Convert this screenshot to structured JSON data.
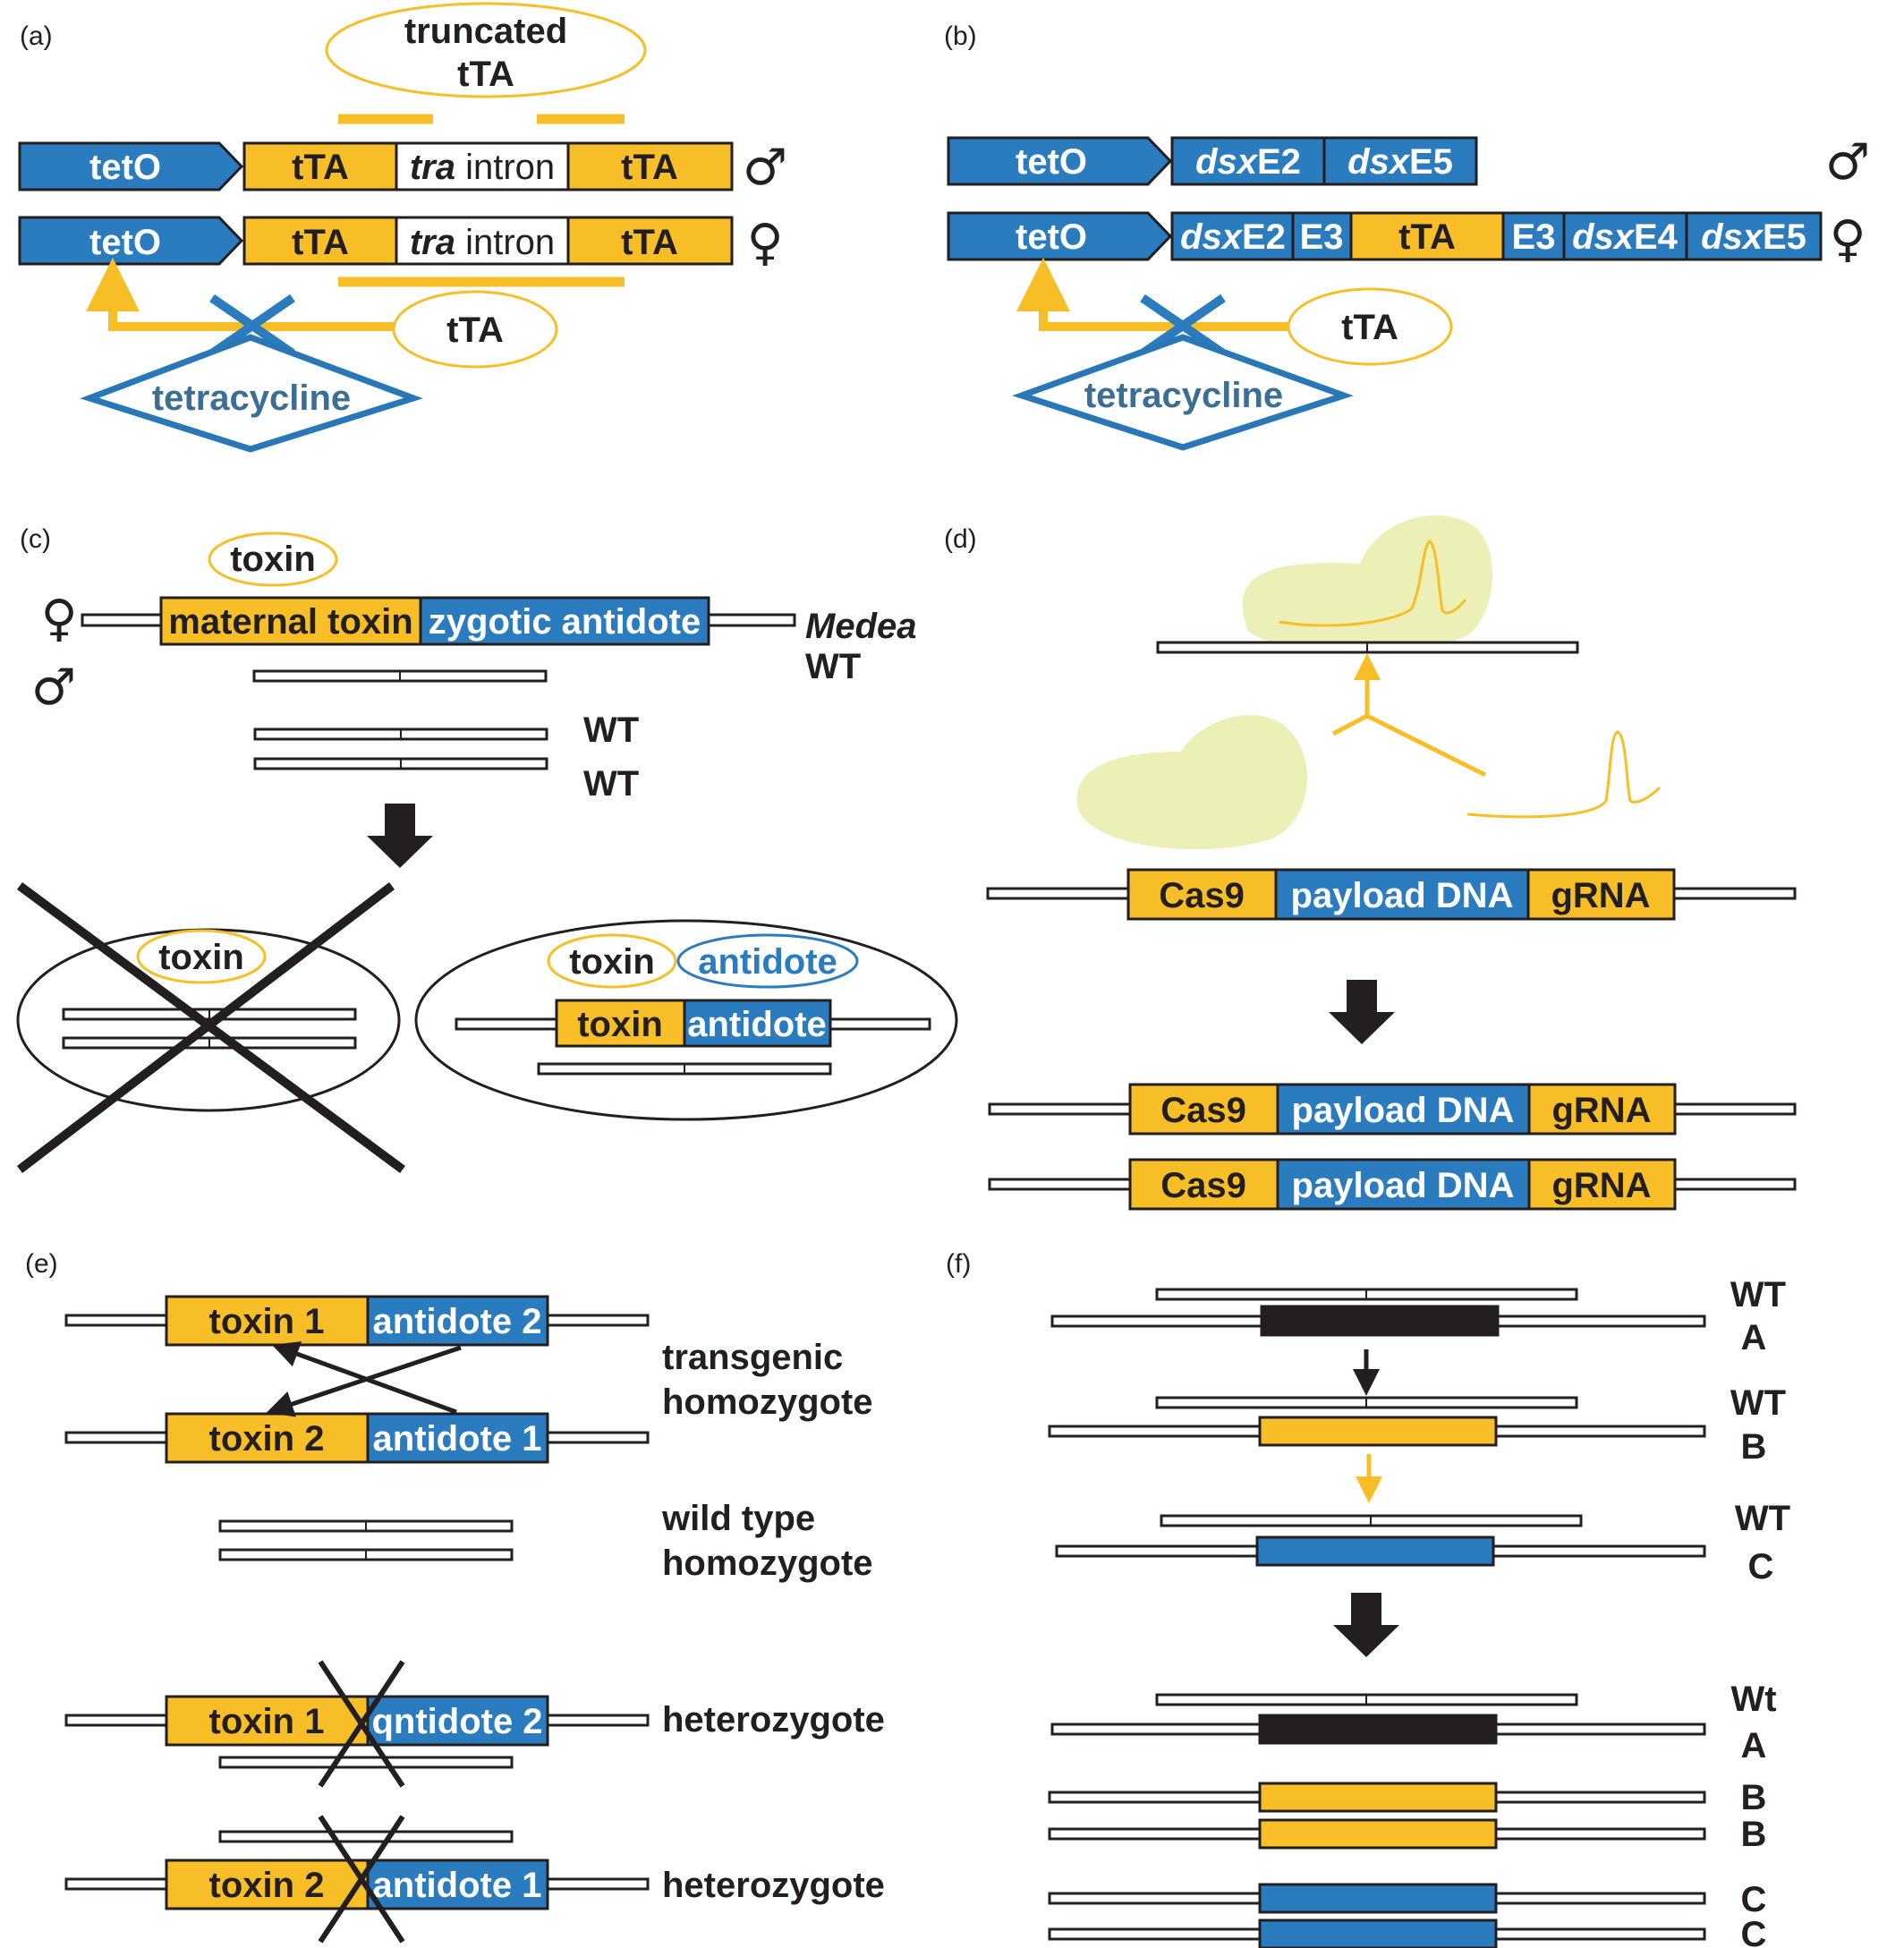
{
  "panels": {
    "a": "(a)",
    "b": "(b)",
    "c": "(c)",
    "d": "(d)",
    "e": "(e)",
    "f": "(f)"
  },
  "symbols": {
    "male": "♂",
    "female": "♀"
  },
  "colors": {
    "gold": "#f7be27",
    "blue": "#2b7bbf",
    "blue_outline": "#2a77b8",
    "black": "#231f20",
    "protein": "#ecf0b7"
  },
  "a": {
    "truncated_line1": "truncated",
    "truncated_line2": "tTA",
    "tetO": "tetO",
    "tTA": "tTA",
    "tra": "tra",
    "intron": " intron",
    "tTA_protein": "tTA",
    "tetracycline": "tetracycline"
  },
  "b": {
    "tetO": "tetO",
    "dsx": "dsx",
    "E2": "E2",
    "E3": "E3",
    "E4": "E4",
    "E5": "E5",
    "tTA": "tTA",
    "tTA_protein": "tTA",
    "tetracycline": "tetracycline"
  },
  "c": {
    "toxin_protein": "toxin",
    "maternal_toxin": "maternal toxin",
    "zygotic_antidote": "zygotic antidote",
    "medea": "Medea",
    "wt": "WT",
    "toxin": "toxin",
    "antidote": "antidote"
  },
  "d": {
    "cas9": "Cas9",
    "payload": "payload DNA",
    "grna": "gRNA"
  },
  "e": {
    "toxin1": "toxin 1",
    "toxin2": "toxin 2",
    "antidote1": "antidote 1",
    "antidote2": "antidote 2",
    "qntidote2": "qntidote 2",
    "transgenic": "transgenic",
    "homozygote": "homozygote",
    "wild_type": "wild type",
    "heterozygote": "heterozygote"
  },
  "f": {
    "WT": "WT",
    "Wt": "Wt",
    "A": "A",
    "B": "B",
    "C": "C"
  }
}
